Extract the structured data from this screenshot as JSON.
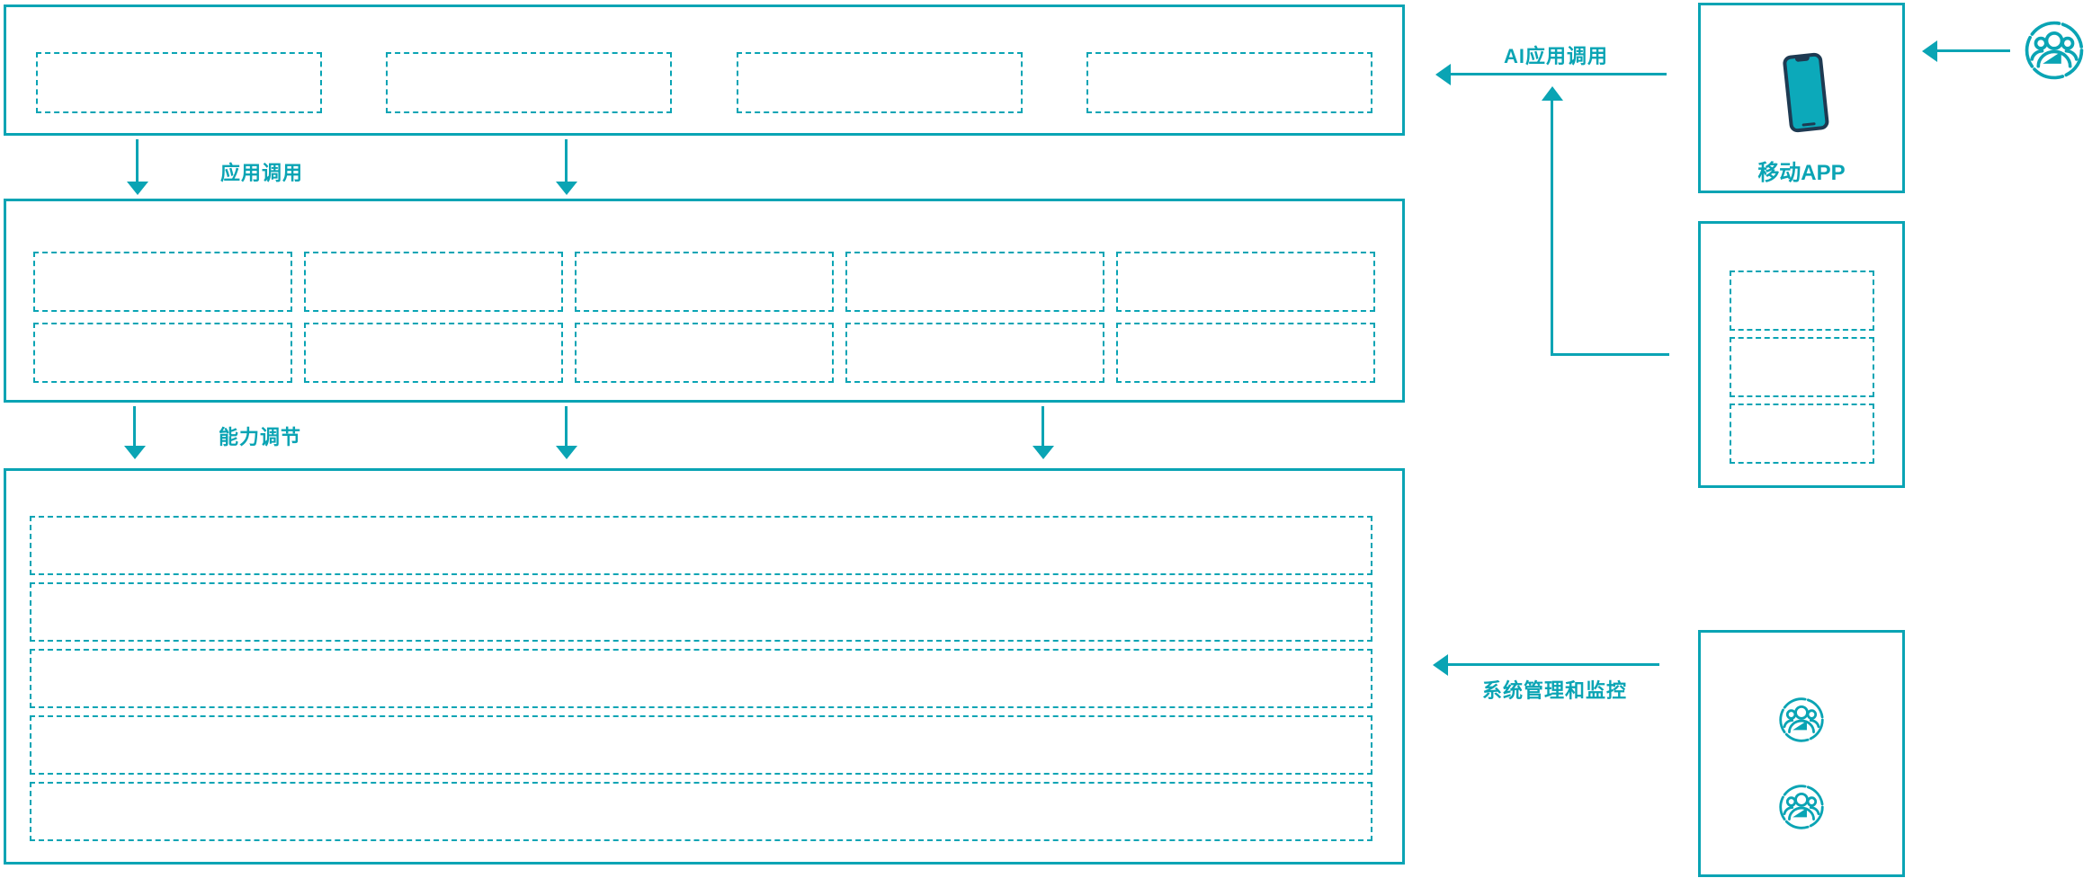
{
  "colors": {
    "accent_teal": "#0aa4b4",
    "phone_frame": "#1e3a52",
    "phone_screen": "#0ca9ba"
  },
  "diagram": {
    "flow_labels": {
      "app_call": "应用调用",
      "capability_adjust": "能力调节",
      "ai_app_call": "AI应用调用",
      "system_mgmt_monitor": "系统管理和监控"
    },
    "layers": {
      "application_layer": {
        "slot_count": 4
      },
      "capability_layer": {
        "row_count": 2,
        "slots_per_row": 5
      },
      "platform_layer": {
        "row_count": 5
      }
    },
    "right_panel": {
      "mobile_app_box": {
        "label": "移动APP",
        "icon": "smartphone-icon"
      },
      "module_box": {
        "slot_count": 3
      },
      "operations_box": {
        "icon": "user-group-icon",
        "user_icon_count": 2
      },
      "end_user": {
        "icon": "user-group-icon"
      }
    }
  }
}
